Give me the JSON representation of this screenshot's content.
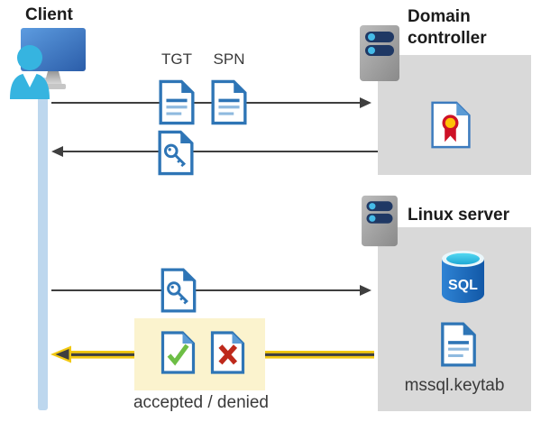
{
  "client": {
    "label": "Client"
  },
  "domain_controller": {
    "label": "Domain controller"
  },
  "linux_server": {
    "label": "Linux server",
    "sql_badge": "SQL",
    "keytab_label": "mssql.keytab"
  },
  "flow": {
    "tgt_label": "TGT",
    "spn_label": "SPN",
    "result_label": "accepted / denied"
  },
  "colors": {
    "doc_blue": "#2E75B6",
    "doc_blue_light": "#8FBADF",
    "fold_blue_light": "#5B9BD5",
    "accept_green": "#6DBE45",
    "deny_red": "#BE291B",
    "cert_yellow": "#FFC107",
    "cert_red": "#CE1126",
    "highlight_yellow": "#FBF3CE",
    "arrow_gold": "#F2C811",
    "arrow_dark": "#3F3F3F",
    "lifeline_blue": "#BDD7EE",
    "panel_gray": "#D9D9D9",
    "server_navy": "#1F3864",
    "server_dot_cyan": "#45BBE8",
    "person_cyan": "#36B4E0"
  }
}
